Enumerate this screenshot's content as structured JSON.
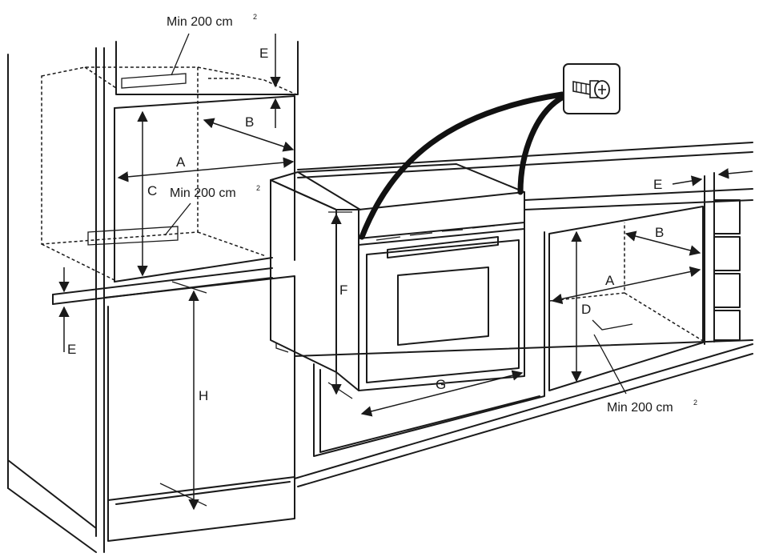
{
  "labels": {
    "A": "A",
    "B": "B",
    "C": "C",
    "D": "D",
    "E": "E",
    "F": "F",
    "G": "G",
    "H": "H"
  },
  "ventilation": {
    "text": "Min 200 cm",
    "superscript": "2"
  },
  "icons": {
    "screw": "screw-icon"
  }
}
